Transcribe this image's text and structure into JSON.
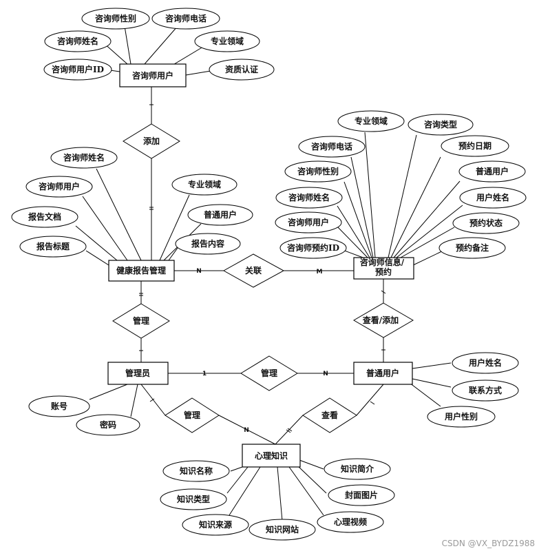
{
  "entities": {
    "counselor_user": "咨询师用户",
    "report_mgmt": "健康报告管理",
    "consult_info": "咨询师信息/预约",
    "admin": "管理员",
    "normal_user": "普通用户",
    "psych_knowledge": "心理知识"
  },
  "relationships": {
    "add": "添加",
    "associate": "关联",
    "view_add": "查看/添加",
    "manage_report": "管理",
    "manage_user": "管理",
    "manage_knowledge": "管理",
    "view_knowledge": "查看"
  },
  "attributes": {
    "cu_gender": "咨询师性别",
    "cu_phone": "咨询师电话",
    "cu_name": "咨询师姓名",
    "cu_field": "专业领域",
    "cu_id": "咨询师用户ID",
    "cu_cert": "资质认证",
    "rm_cname": "咨询师姓名",
    "rm_cuser": "咨询师用户",
    "rm_field": "专业领域",
    "rm_doc": "报告文档",
    "rm_user": "普通用户",
    "rm_title": "报告标题",
    "rm_content": "报告内容",
    "ci_field": "专业领域",
    "ci_type": "咨询类型",
    "ci_phone": "咨询师电话",
    "ci_date": "预约日期",
    "ci_gender": "咨询师性别",
    "ci_user": "普通用户",
    "ci_name": "咨询师姓名",
    "ci_uname": "用户姓名",
    "ci_cuser": "咨询师用户",
    "ci_status": "预约状态",
    "ci_bookid": "咨询师预约ID",
    "ci_note": "预约备注",
    "ad_account": "账号",
    "ad_password": "密码",
    "nu_name": "用户姓名",
    "nu_contact": "联系方式",
    "nu_gender": "用户性别",
    "pk_name": "知识名称",
    "pk_intro": "知识简介",
    "pk_type": "知识类型",
    "pk_cover": "封面图片",
    "pk_source": "知识来源",
    "pk_site": "知识网站",
    "pk_video": "心理视频"
  },
  "cardinality": {
    "report_associate": "N",
    "info_associate": "M",
    "admin_user": "1",
    "user_admin": "N",
    "knowledge_admin": "N"
  },
  "watermark": "CSDN @VX_BYDZ1988"
}
